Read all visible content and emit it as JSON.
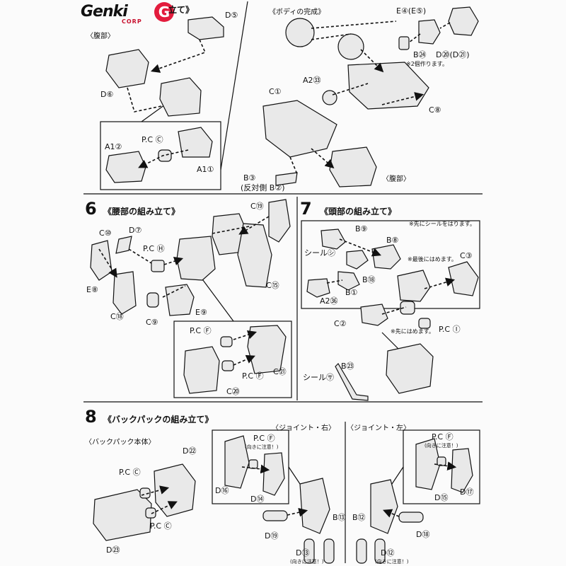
{
  "logo": {
    "word": "Genki",
    "corp": "CORP",
    "g": "G"
  },
  "header": {
    "title_tail": "立て》"
  },
  "sec5": {
    "sub_waist": "〈腹部〉",
    "body_done": "《ボディの完成》",
    "waist_label": "〈腹部〉",
    "labels": {
      "d5": "D⑤",
      "d6": "D⑥",
      "a1_2": "A1②",
      "pc_c": "P.C Ⓒ",
      "a1_1": "A1①",
      "e4": "E④(E⑤)",
      "b24": "B㉔",
      "d20": "D⑳(D㉑)",
      "note2": "※2個作ります。",
      "a2_33": "A2㉝",
      "c1": "C①",
      "c8": "C⑧",
      "b3": "B③",
      "b3_rev": "(反対側 B②)"
    }
  },
  "sec6": {
    "num": "6",
    "title": "《腰部の組み立て》",
    "labels": {
      "c19": "C⑲",
      "c10": "C⑩",
      "d7": "D⑦",
      "pc_h": "P.C Ⓗ",
      "e8": "E⑧",
      "c15": "C⑮",
      "c18": "C⑱",
      "c9": "C⑨",
      "e9": "E⑨",
      "pc_f1": "P.C Ⓕ",
      "pc_f2": "P.C Ⓕ",
      "c21": "C㉑",
      "c20": "C⑳"
    }
  },
  "sec7": {
    "num": "7",
    "title": "《頭部の組み立て》",
    "note_seal": "※先にシールをはります。",
    "labels": {
      "b9": "B⑨",
      "b8": "B⑧",
      "seal_shi": "シール㋛",
      "last": "※最後にはめます。",
      "c3": "C③",
      "b18": "B⑱",
      "b1": "B①",
      "a2_36": "A2㊱",
      "c2": "C②",
      "first": "※先にはめます。",
      "pc_i": "P.C Ⓘ",
      "b23": "B㉓",
      "seal_sa": "シール㋚"
    }
  },
  "sec8": {
    "num": "8",
    "title": "《バックパックの組み立て》",
    "sub_body": "〈バックパック本体〉",
    "sub_right": "〈ジョイント・右〉",
    "sub_left": "〈ジョイント・左〉",
    "labels": {
      "d22": "D㉒",
      "pc_c1": "P.C Ⓒ",
      "pc_c2": "P.C Ⓒ",
      "d23": "D㉓",
      "pc_f_r": "P.C Ⓕ",
      "caution_r": "(向きに注意！)",
      "d16": "D⑯",
      "d14": "D⑭",
      "b13": "B⑬",
      "d19": "D⑲",
      "d13": "D⑬",
      "caution_d13": "(向きに注意！)",
      "pc_f_l": "P.C Ⓕ",
      "caution_l": "(向きに注意！)",
      "d15": "D⑮",
      "d17": "D⑰",
      "b12": "B⑫",
      "d18": "D⑱",
      "d12": "D⑫",
      "caution_d12": "(向きに注意！)"
    }
  }
}
